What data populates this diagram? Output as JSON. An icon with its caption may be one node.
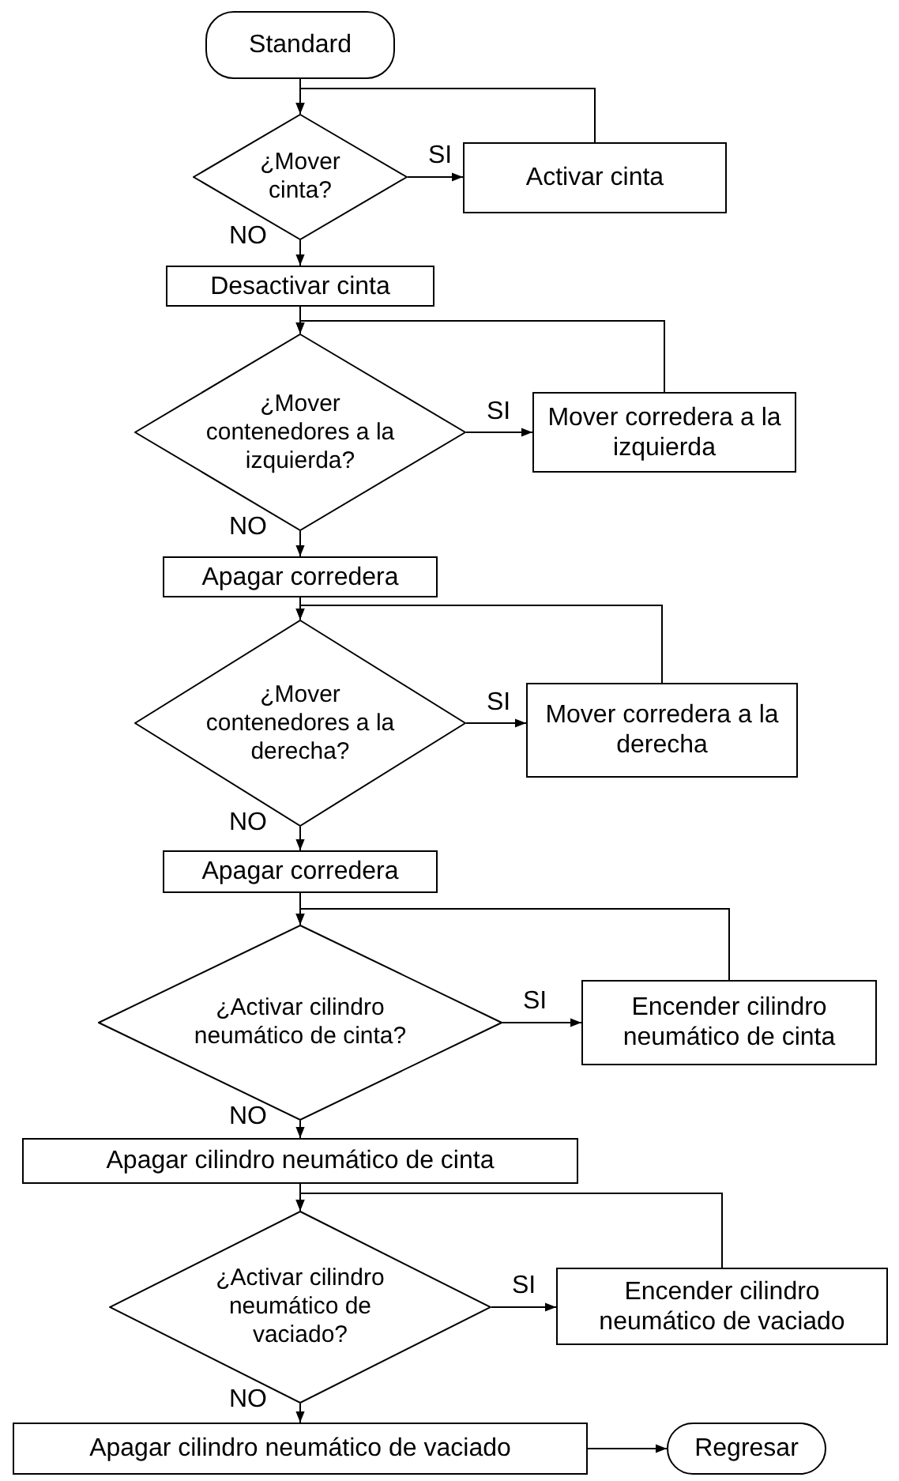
{
  "diagram": {
    "nodes": [
      {
        "text": [
          "Standard"
        ]
      },
      {
        "text": [
          "¿Mover cinta?"
        ]
      },
      {
        "text": [
          "Activar cinta"
        ]
      },
      {
        "text": [
          "Desactivar cinta"
        ]
      },
      {
        "text": [
          "¿Mover contenedores a la izquierda?"
        ]
      },
      {
        "text": [
          "Mover corredera a la izquierda"
        ]
      },
      {
        "text": [
          "Apagar corredera"
        ]
      },
      {
        "text": [
          "¿Mover contenedores a la derecha?"
        ]
      },
      {
        "text": [
          "Mover corredera a la derecha"
        ]
      },
      {
        "text": [
          "Apagar corredera"
        ]
      },
      {
        "text": [
          "¿Activar cilindro neumático de cinta?"
        ]
      },
      {
        "text": [
          "Encender cilindro neumático de cinta"
        ]
      },
      {
        "text": [
          "Apagar cilindro neumático de cinta"
        ]
      },
      {
        "text": [
          "¿Activar cilindro neumático de vaciado?"
        ]
      },
      {
        "text": [
          "Encender cilindro neumático de vaciado"
        ]
      },
      {
        "text": [
          "Apagar cilindro neumático de vaciado"
        ]
      },
      {
        "text": [
          "Regresar"
        ]
      }
    ],
    "edges": [
      {
        "from": 0,
        "to": 1,
        "arrow": "to"
      },
      {
        "from": 1,
        "to": 2,
        "arrow": "to",
        "label": "SI"
      },
      {
        "from": 2,
        "to": 1,
        "arrow": "to"
      },
      {
        "from": 1,
        "to": 3,
        "arrow": "to",
        "label": "NO"
      },
      {
        "from": 3,
        "to": 4,
        "arrow": "to"
      },
      {
        "from": 4,
        "to": 5,
        "arrow": "to",
        "label": "SI"
      },
      {
        "from": 5,
        "to": 4,
        "arrow": "to"
      },
      {
        "from": 4,
        "to": 6,
        "arrow": "to",
        "label": "NO"
      },
      {
        "from": 6,
        "to": 7,
        "arrow": "to"
      },
      {
        "from": 7,
        "to": 8,
        "arrow": "to",
        "label": "SI"
      },
      {
        "from": 8,
        "to": 7,
        "arrow": "to"
      },
      {
        "from": 7,
        "to": 9,
        "arrow": "to",
        "label": "NO"
      },
      {
        "from": 9,
        "to": 10,
        "arrow": "to"
      },
      {
        "from": 10,
        "to": 11,
        "arrow": "to",
        "label": "SI"
      },
      {
        "from": 11,
        "to": 10,
        "arrow": "to"
      },
      {
        "from": 10,
        "to": 12,
        "arrow": "to",
        "label": "NO"
      },
      {
        "from": 12,
        "to": 13,
        "arrow": "to"
      },
      {
        "from": 13,
        "to": 14,
        "arrow": "to",
        "label": "SI"
      },
      {
        "from": 14,
        "to": 13,
        "arrow": "to"
      },
      {
        "from": 13,
        "to": 15,
        "arrow": "to",
        "label": "NO"
      },
      {
        "from": 15,
        "to": 16,
        "arrow": "to"
      }
    ]
  }
}
